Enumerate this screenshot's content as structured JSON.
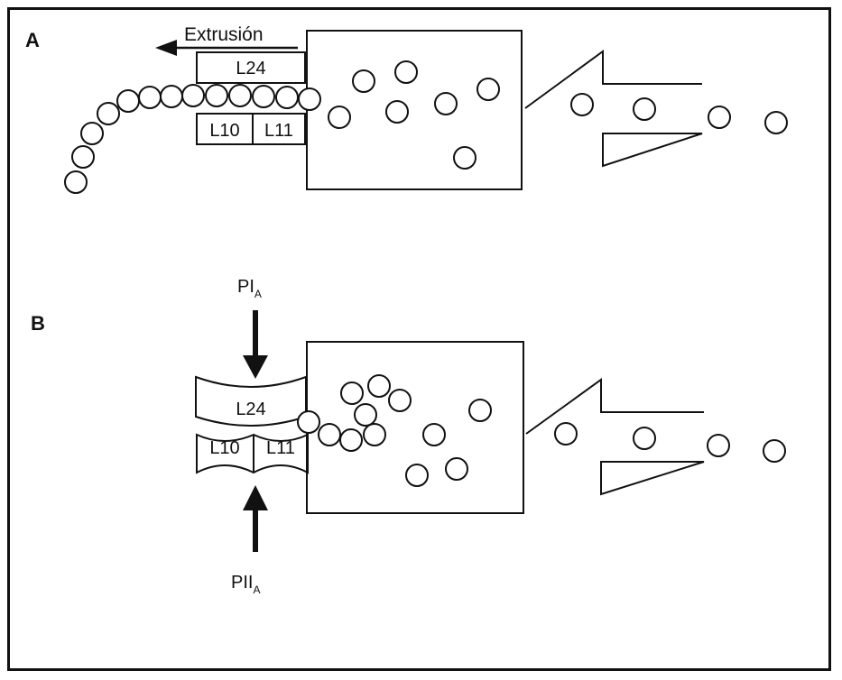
{
  "panel_a": {
    "label": "A",
    "extrusion_label": "Extrusión",
    "protein_l24": "L24",
    "protein_l10": "L10",
    "protein_l11": "L11"
  },
  "panel_b": {
    "label": "B",
    "top_inhibitor": "PI",
    "top_inhibitor_sub": "A",
    "bottom_inhibitor": "PII",
    "bottom_inhibitor_sub": "A",
    "protein_l24": "L24",
    "protein_l10": "L10",
    "protein_l11": "L11"
  },
  "colors": {
    "stroke": "#111111",
    "fill": "#ffffff"
  }
}
